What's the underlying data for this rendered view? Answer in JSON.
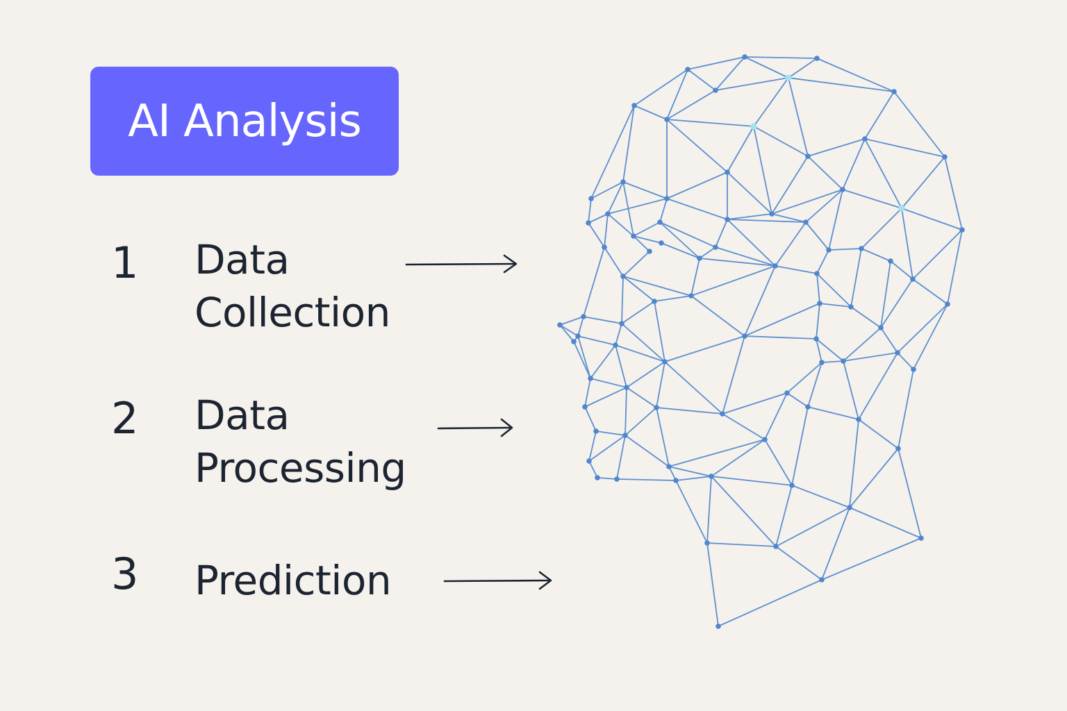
{
  "badge": {
    "label": "AI Analysis"
  },
  "steps": [
    {
      "number": "1",
      "label": "Data\nCollection"
    },
    {
      "number": "2",
      "label": "Data\nProcessing"
    },
    {
      "number": "3",
      "label": "Prediction"
    }
  ],
  "colors": {
    "background": "#f5f1ec",
    "badge": "#6666ff",
    "text": "#1b2430",
    "mesh_line": "#5b8fd0",
    "mesh_node": "#4f86cc",
    "mesh_highlight": "#9fe3f0"
  }
}
